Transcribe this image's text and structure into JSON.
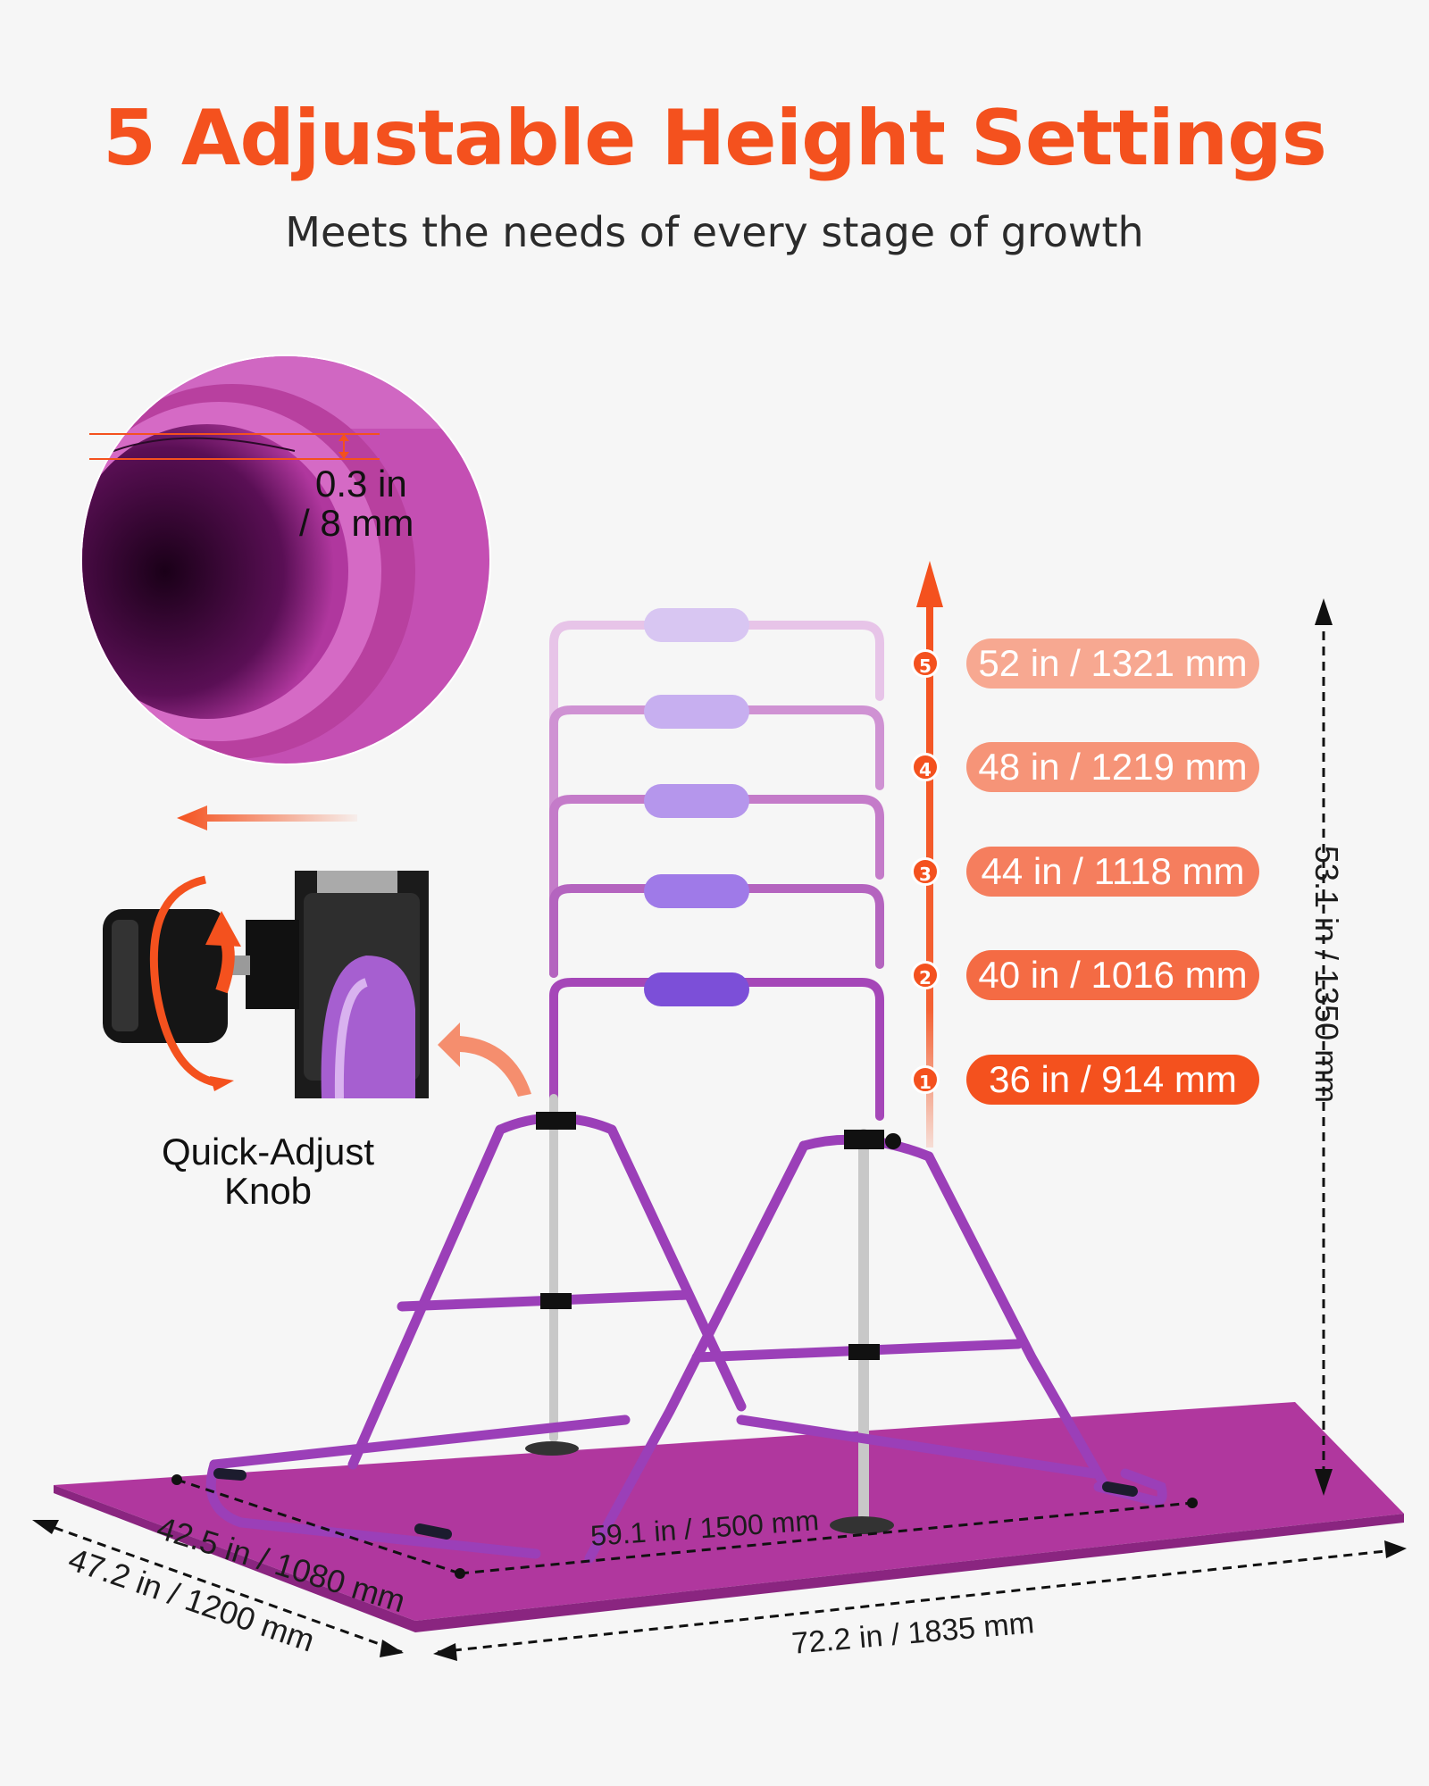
{
  "header": {
    "title": "5 Adjustable Height Settings",
    "subtitle": "Meets the needs of every stage of growth"
  },
  "mat_thickness": {
    "inch": "0.3 in",
    "mm": "/ 8 mm"
  },
  "knob": {
    "label_line1": "Quick-Adjust",
    "label_line2": "Knob"
  },
  "heights": [
    {
      "number": "5",
      "label": "52 in / 1321 mm"
    },
    {
      "number": "4",
      "label": "48 in / 1219 mm"
    },
    {
      "number": "3",
      "label": "44 in / 1118 mm"
    },
    {
      "number": "2",
      "label": "40 in / 1016 mm"
    },
    {
      "number": "1",
      "label": "36 in / 914 mm"
    }
  ],
  "dimensions": {
    "total_height": "53.1 in / 1350 mm",
    "base_depth": "42.5 in / 1080  mm",
    "base_width": "59.1 in / 1500 mm",
    "mat_depth": "47.2 in / 1200  mm",
    "mat_width": "72.2 in / 1835 mm"
  },
  "colors": {
    "accent": "#f4511e",
    "mat": "#b0379e",
    "frame": "#9b3fb8",
    "foam": "#9d7fe0"
  },
  "icons": [
    "arrow-left-icon",
    "rotate-icon",
    "curved-arrow-icon",
    "arrow-up-icon"
  ]
}
